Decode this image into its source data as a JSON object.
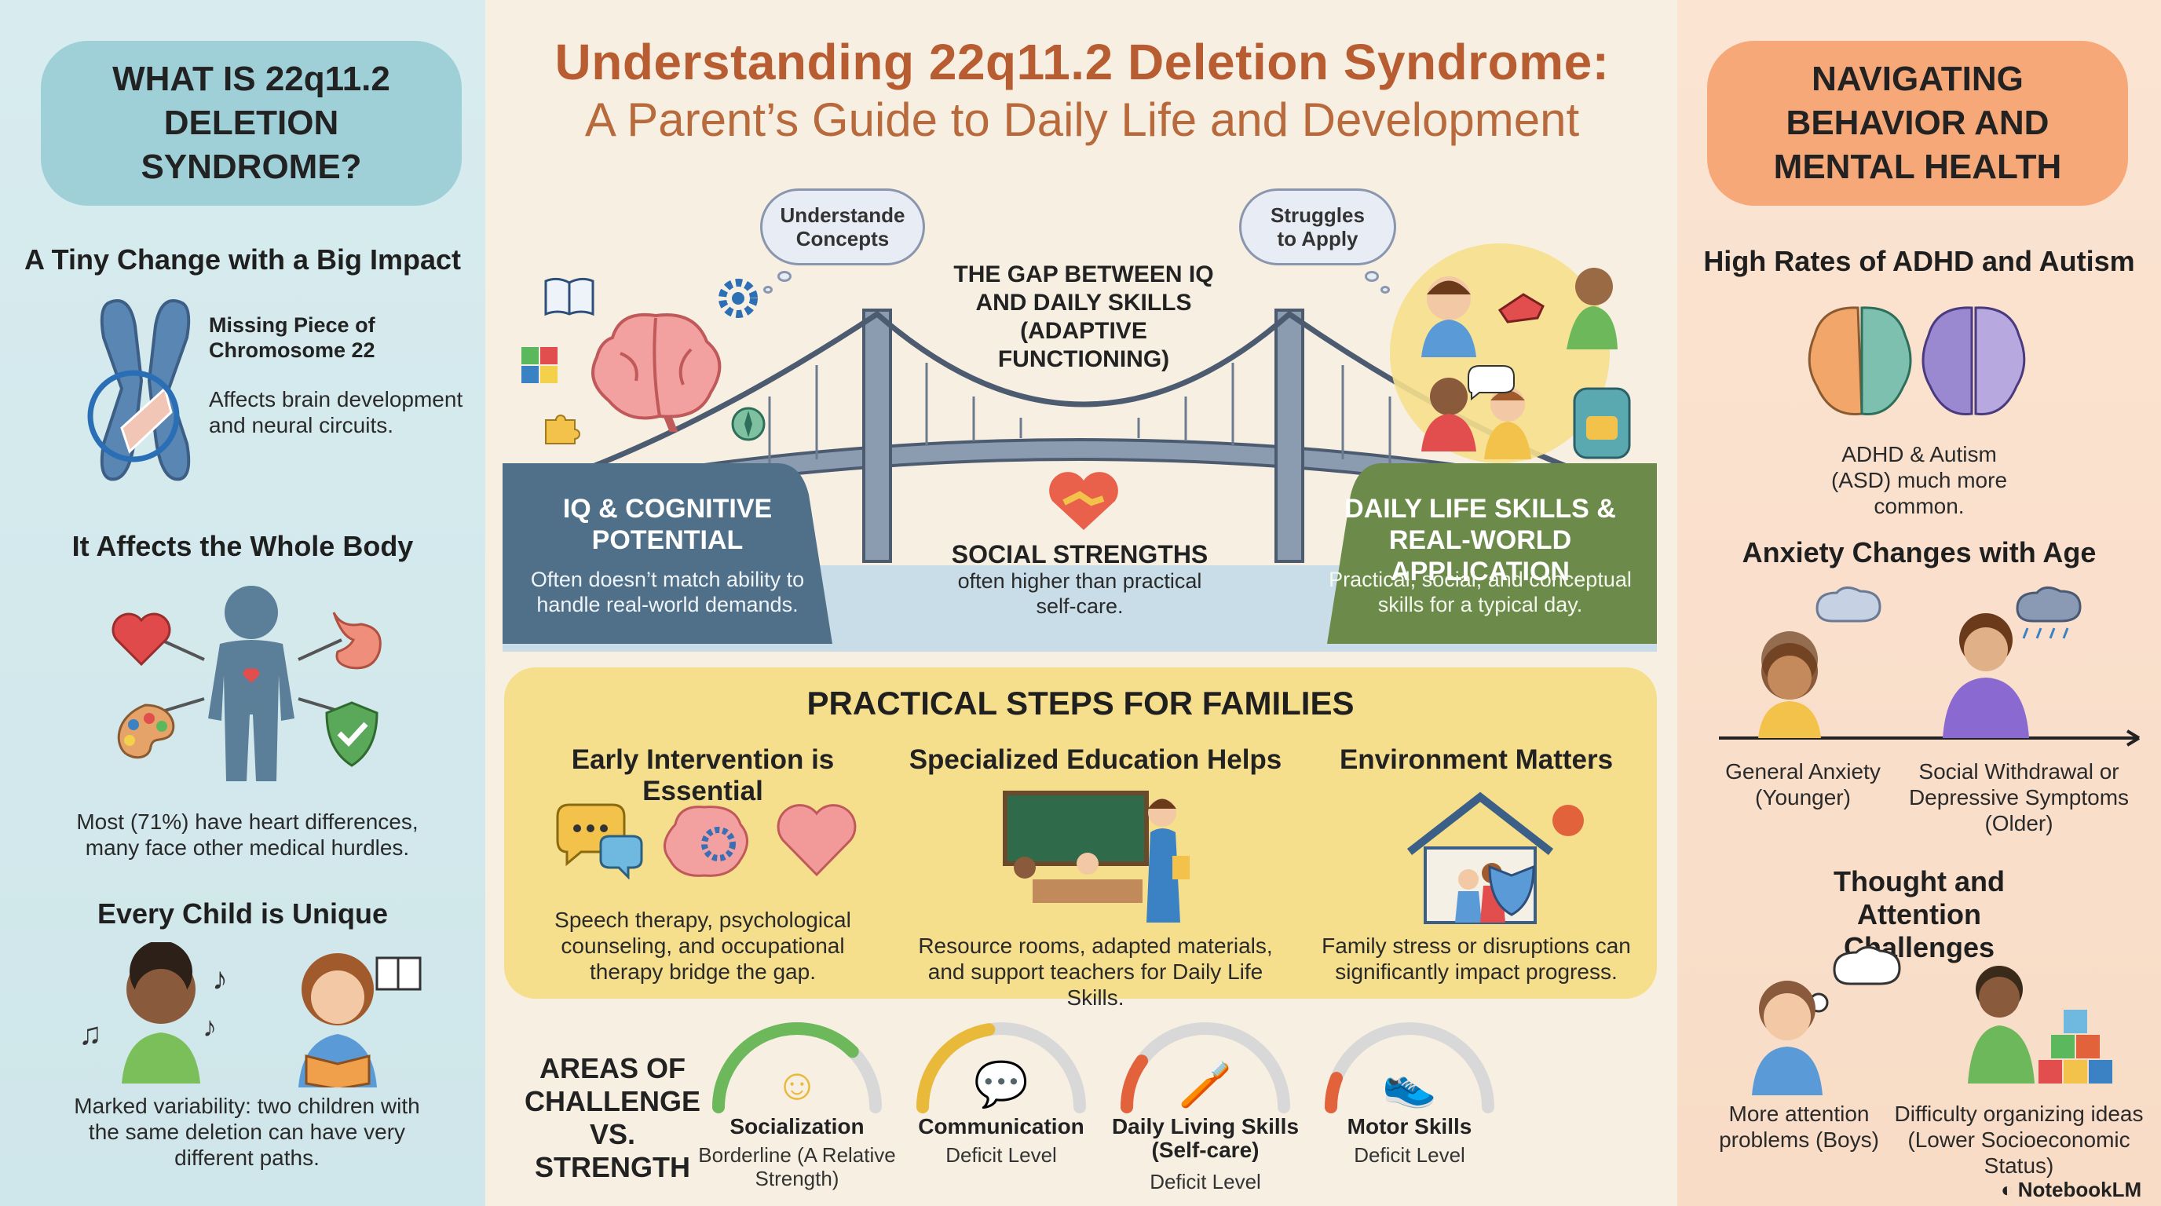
{
  "title": {
    "line1": "Understanding 22q11.2 Deletion Syndrome:",
    "line2": "A Parent’s Guide to Daily Life and Development"
  },
  "left": {
    "header": "WHAT IS 22q11.2 DELETION SYNDROME?",
    "tiny_change": {
      "title": "A Tiny Change with a Big Impact",
      "missing": "Missing Piece of Chromosome 22",
      "affects": "Affects brain development and neural circuits."
    },
    "whole_body": {
      "title": "It Affects the Whole Body",
      "text": "Most (71%) have heart differences, many face other medical hurdles."
    },
    "unique": {
      "title": "Every Child is Unique",
      "text": "Marked variability: two children with the same deletion can have very different paths."
    }
  },
  "bridge": {
    "cloud_left": "Understande Concepts",
    "cloud_right": "Struggles to Apply",
    "gap_title": "THE GAP BETWEEN IQ AND DAILY SKILLS (ADAPTIVE FUNCTIONING)",
    "iq_title": "IQ & COGNITIVE POTENTIAL",
    "iq_text": "Often doesn’t match ability to handle real-world demands.",
    "social_title": "SOCIAL STRENGTHS",
    "social_text": "often higher than practical self-care.",
    "daily_title": "DAILY LIFE SKILLS & REAL-WORLD APPLICATION",
    "daily_text": "Practical, social, and conceptual skills for a typical day."
  },
  "practical": {
    "title": "PRACTICAL STEPS FOR FAMILIES",
    "cards": [
      {
        "title": "Early Intervention is Essential",
        "text": "Speech therapy, psychological counseling, and occupational therapy bridge the gap."
      },
      {
        "title": "Specialized Education Helps",
        "text": "Resource rooms, adapted materials, and support teachers for Daily Life Skills."
      },
      {
        "title": "Environment Matters",
        "text": "Family stress or disruptions can significantly impact progress."
      }
    ]
  },
  "areas": {
    "label": "AREAS OF CHALLENGE VS. STRENGTH",
    "items": [
      {
        "name": "Socialization",
        "level": "Borderline (A Relative Strength)",
        "color": "#6cb85a",
        "fill": 0.75
      },
      {
        "name": "Communication",
        "level": "Deficit Level",
        "color": "#e9b93a",
        "fill": 0.45
      },
      {
        "name": "Daily Living Skills (Self-care)",
        "level": "Deficit Level",
        "color": "#e2623b",
        "fill": 0.2
      },
      {
        "name": "Motor Skills",
        "level": "Deficit Level",
        "color": "#e2623b",
        "fill": 0.12
      }
    ]
  },
  "right": {
    "header": "NAVIGATING BEHAVIOR AND MENTAL HEALTH",
    "adhd": {
      "title": "High Rates of ADHD and Autism",
      "text": "ADHD & Autism (ASD) much more common."
    },
    "anxiety": {
      "title": "Anxiety Changes with Age",
      "younger": "General Anxiety (Younger)",
      "older": "Social Withdrawal or Depressive Symptoms (Older)"
    },
    "thought": {
      "title": "Thought and Attention Challenges",
      "left": "More attention problems (Boys)",
      "right": "Difficulty organizing ideas (Lower Socioeconomic Status)"
    }
  },
  "brand": "NotebookLM",
  "colors": {
    "left_panel": "#d2e8ec",
    "right_panel": "#f9ddc8",
    "title": "#b85c32",
    "cognitive": "#4f7088",
    "daily": "#6c8a4a",
    "practical_bg": "#f5df8d"
  }
}
